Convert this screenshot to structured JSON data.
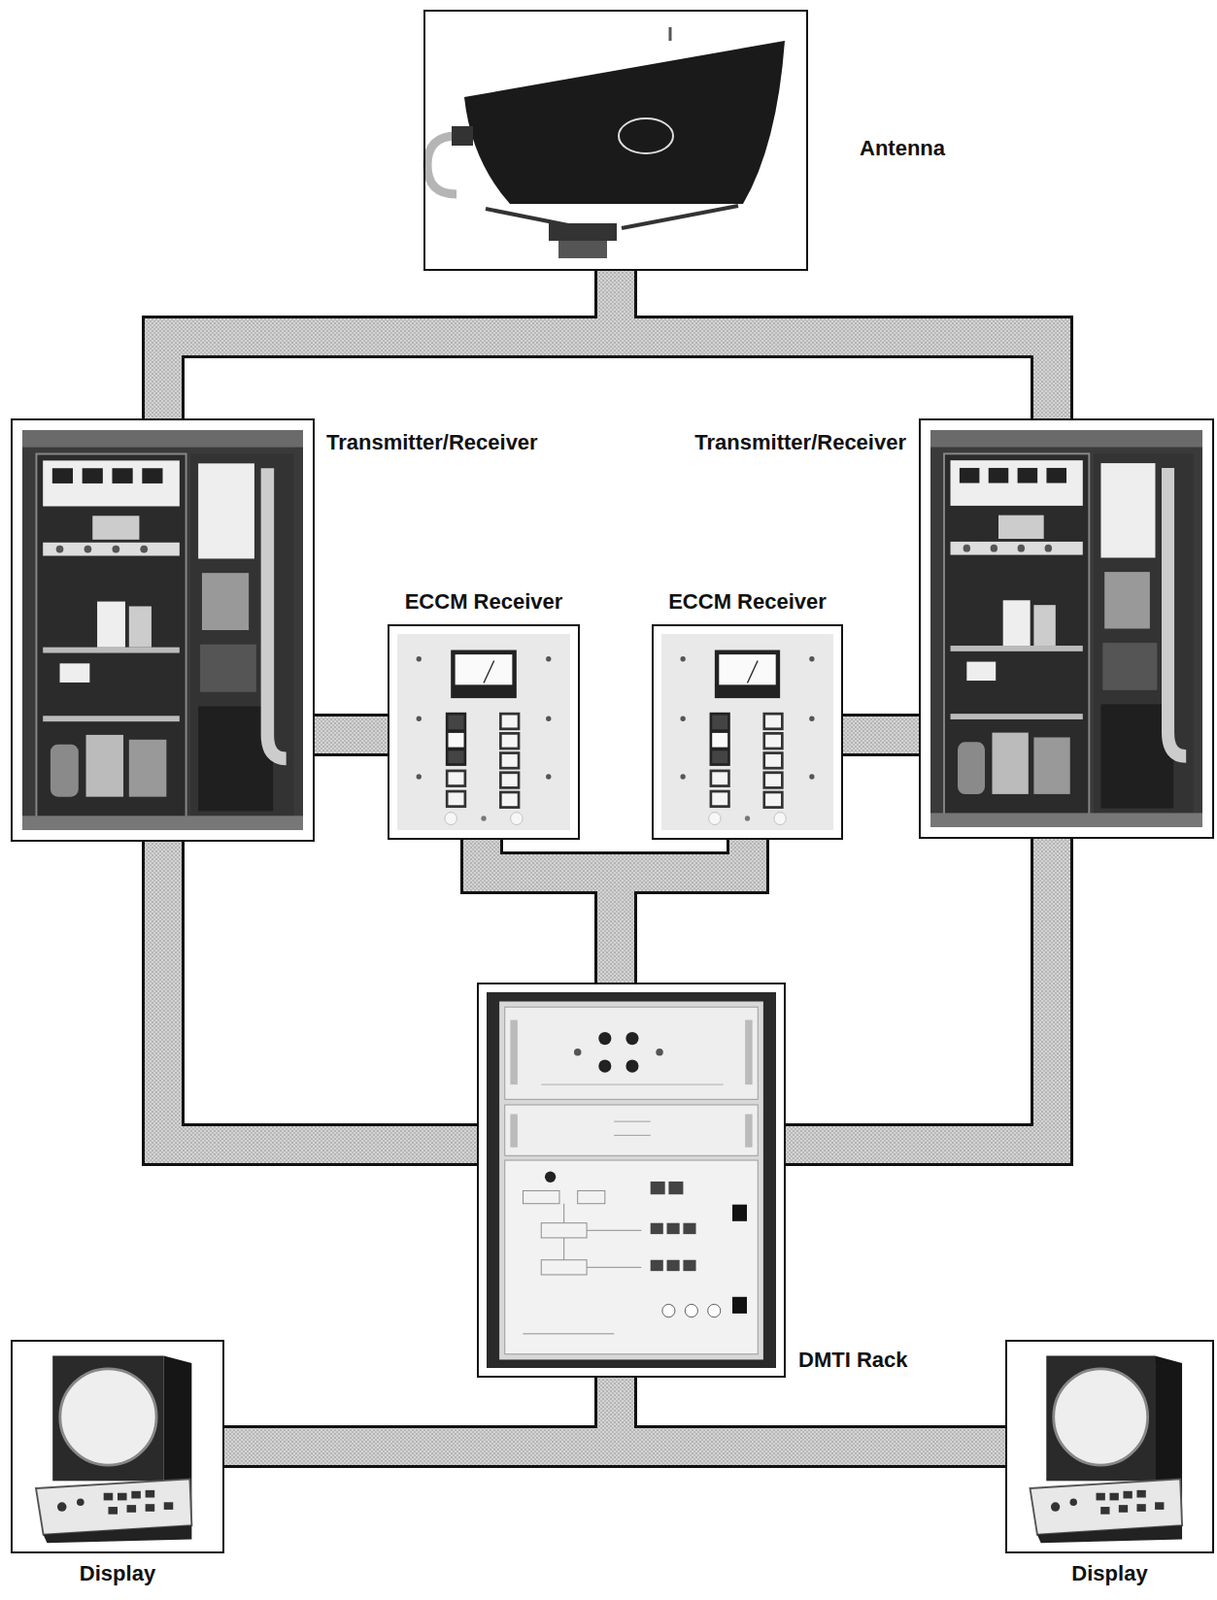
{
  "diagram": {
    "nodes": [
      {
        "text": [
          "Antenna"
        ]
      },
      {
        "text": [
          "Transmitter/Receiver"
        ]
      },
      {
        "text": [
          "Transmitter/Receiver"
        ]
      },
      {
        "text": [
          "ECCM Receiver"
        ]
      },
      {
        "text": [
          "ECCM Receiver"
        ]
      },
      {
        "text": [
          "DMTI Rack"
        ]
      },
      {
        "text": [
          "Display"
        ]
      },
      {
        "text": [
          "Display"
        ]
      }
    ],
    "edges": [
      {
        "from": 0,
        "to": 1,
        "arrow": "none"
      },
      {
        "from": 0,
        "to": 2,
        "arrow": "none"
      },
      {
        "from": 1,
        "to": 3,
        "arrow": "none"
      },
      {
        "from": 4,
        "to": 2,
        "arrow": "none"
      },
      {
        "from": 3,
        "to": 5,
        "arrow": "none"
      },
      {
        "from": 4,
        "to": 5,
        "arrow": "none"
      },
      {
        "from": 1,
        "to": 5,
        "arrow": "none"
      },
      {
        "from": 2,
        "to": 5,
        "arrow": "none"
      },
      {
        "from": 5,
        "to": 6,
        "arrow": "none"
      },
      {
        "from": 5,
        "to": 7,
        "arrow": "none"
      }
    ]
  }
}
